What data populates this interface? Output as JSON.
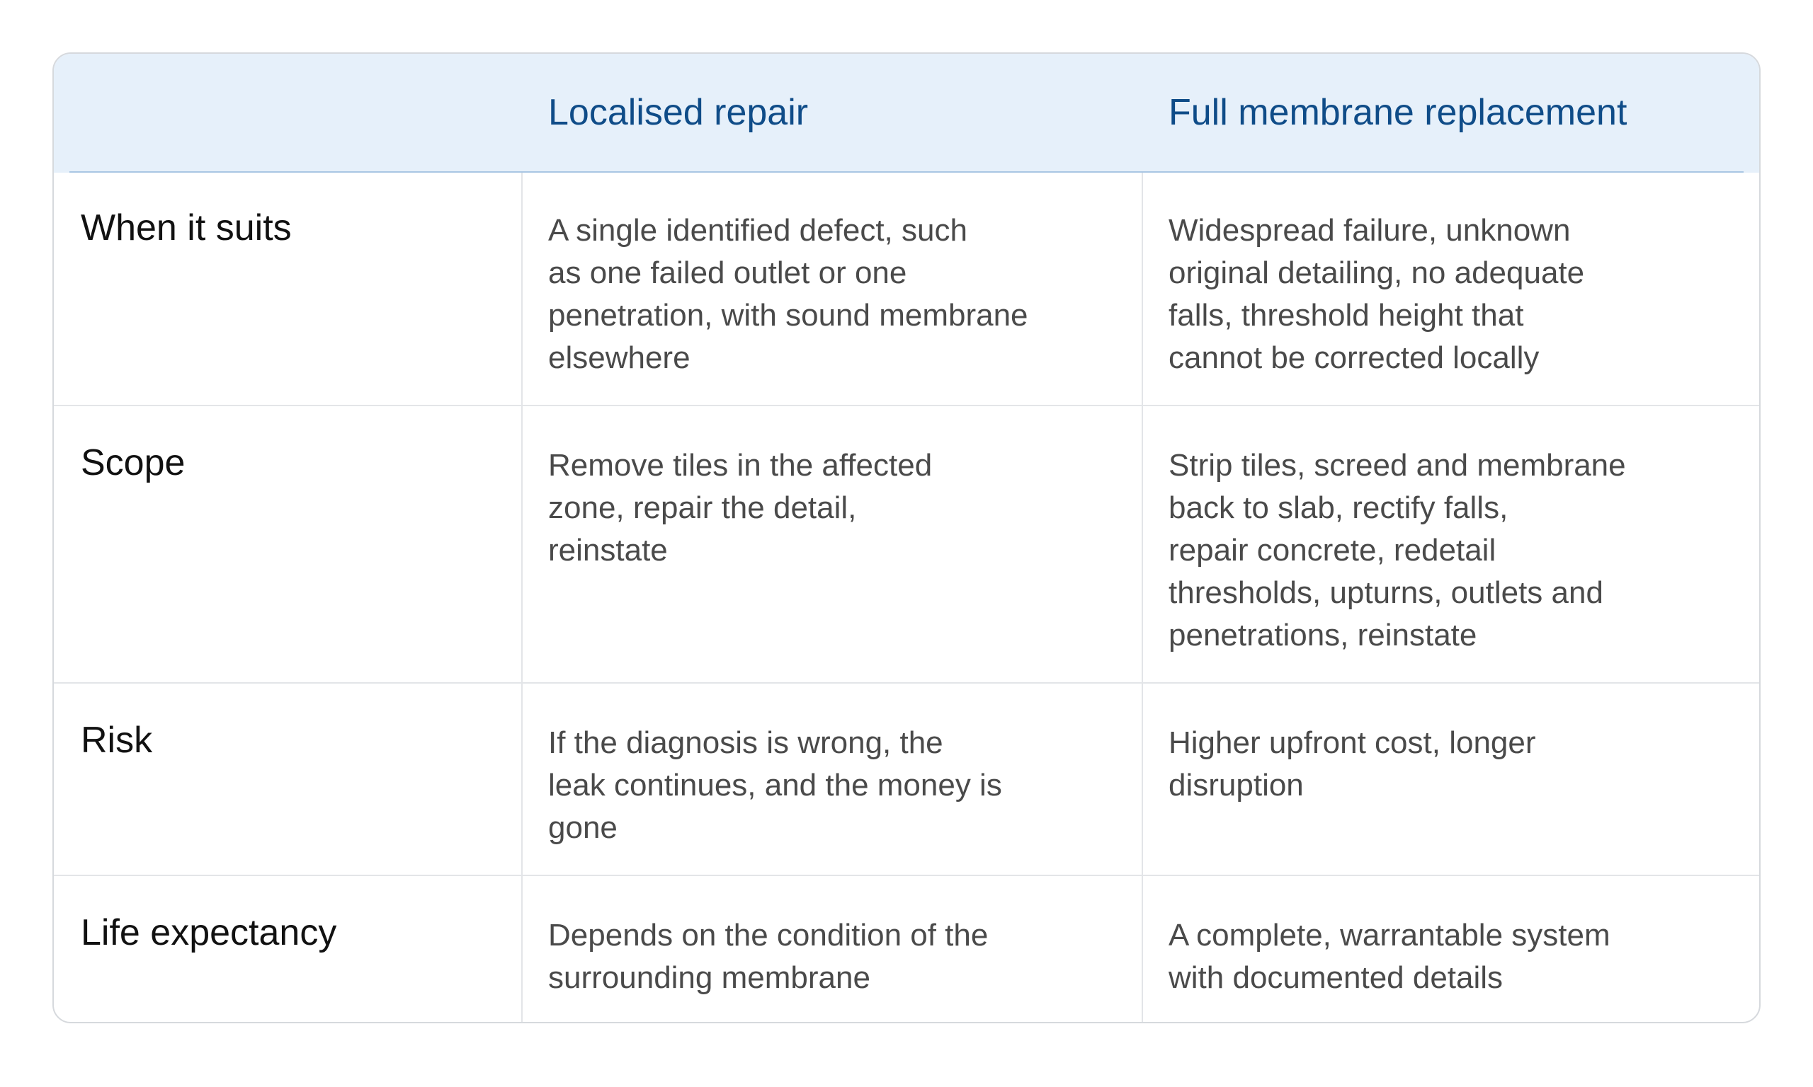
{
  "table": {
    "headers": [
      "",
      "Localised repair",
      "Full membrane replacement"
    ],
    "rows": [
      {
        "label": "When it suits",
        "localised": "A single identified defect, such\nas one failed outlet or one\npenetration, with sound membrane\nelsewhere",
        "full": "Widespread failure, unknown\noriginal detailing, no adequate\nfalls, threshold height that\ncannot be corrected locally"
      },
      {
        "label": "Scope",
        "localised": "Remove tiles in the affected\nzone, repair the detail,\nreinstate",
        "full": "Strip tiles, screed and membrane\nback to slab, rectify falls,\nrepair concrete, redetail\nthresholds, upturns, outlets and\npenetrations, reinstate"
      },
      {
        "label": "Risk",
        "localised": "If the diagnosis is wrong, the\nleak continues, and the money is\ngone",
        "full": "Higher upfront cost, longer\ndisruption"
      },
      {
        "label": "Life expectancy",
        "localised": "Depends on the condition of the\nsurrounding membrane",
        "full": "A complete, warrantable system\nwith documented details"
      }
    ]
  },
  "colors": {
    "header_background": "#e6f0fa",
    "header_text": "#0f4c88",
    "row_label_text": "#111111",
    "cell_text": "#4a4a4a",
    "border": "#d6d9dd"
  }
}
